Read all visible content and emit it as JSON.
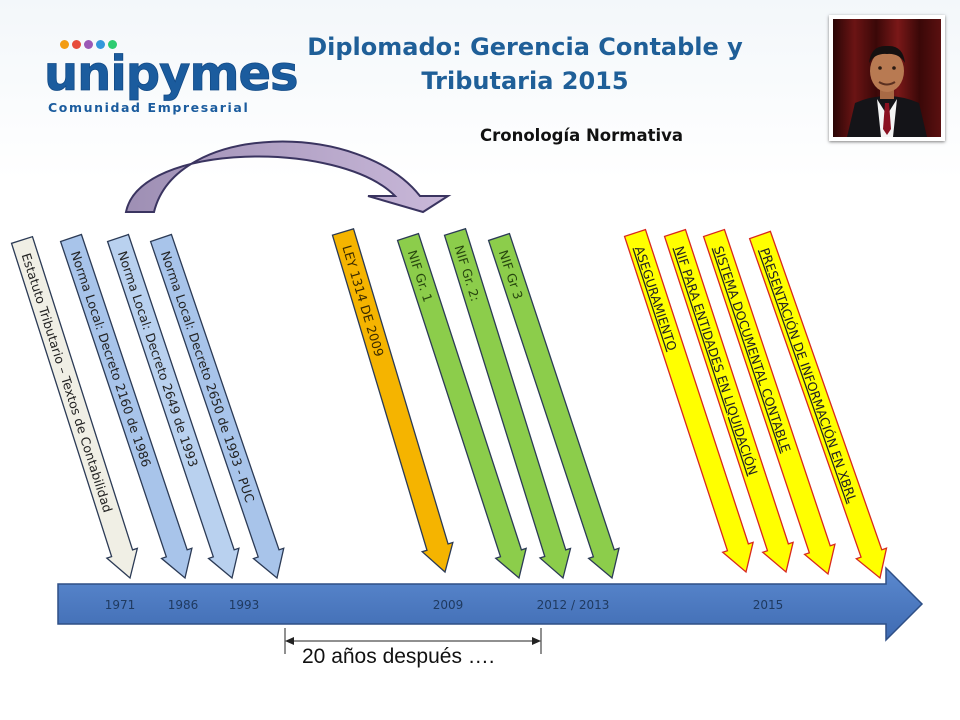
{
  "header": {
    "logo": {
      "brand": "unipymes",
      "tagline": "Comunidad Empresarial"
    },
    "title_line1": "Diplomado: Gerencia Contable y",
    "title_line2": "Tributaria 2015",
    "subtitle": "Cronología Normativa"
  },
  "timeline": {
    "years": [
      "1971",
      "1986",
      "1993",
      "2009",
      "2012 / 2013",
      "2015"
    ],
    "bars": [
      {
        "label": "Estatuto Tributario – Textos de Contabilidad",
        "color": "#f0efe5",
        "underline": false
      },
      {
        "label": "Norma Local: Decreto 2160 de 1986",
        "color": "#a8c4ea",
        "underline": false
      },
      {
        "label": "Norma Local: Decreto 2649 de 1993",
        "color": "#b9d1ef",
        "underline": false
      },
      {
        "label": "Norma Local: Decreto 2650 de 1993 - PUC",
        "color": "#a8c4ea",
        "underline": false
      },
      {
        "label": "LEY 1314 DE 2009",
        "color": "#f5b400",
        "underline": false
      },
      {
        "label": "NIF Gr. 1",
        "color": "#8ccd4b",
        "underline": false
      },
      {
        "label": "NIF Gr. 2:",
        "color": "#8ccd4b",
        "underline": false
      },
      {
        "label": "NIF Gr 3",
        "color": "#8ccd4b",
        "underline": false
      },
      {
        "label": "ASEGURAMIENTO",
        "color": "#ffff00",
        "underline": true
      },
      {
        "label": "NIF PARA ENTIDADES EN LIQUIDACIÓN",
        "color": "#ffff00",
        "underline": true
      },
      {
        "label": "SISTEMA DOCUMENTAL CONTABLE",
        "color": "#ffff00",
        "underline": true
      },
      {
        "label": "PRESENTACIÓN DE INFORMACIÓN EN XBRL",
        "color": "#ffff00",
        "underline": true
      }
    ],
    "duration_label": "20 años después …."
  },
  "colors": {
    "title": "#1f5f98",
    "timeline_arrow": "#4a78c0",
    "curved_arrow": "#b8a8c9",
    "accent_yellow": "#ffff00",
    "accent_green": "#8ccd4b",
    "accent_orange": "#f5b400"
  },
  "icons": {
    "curved_arrow": "curved-arrow-icon",
    "photo": "presenter-photo"
  }
}
